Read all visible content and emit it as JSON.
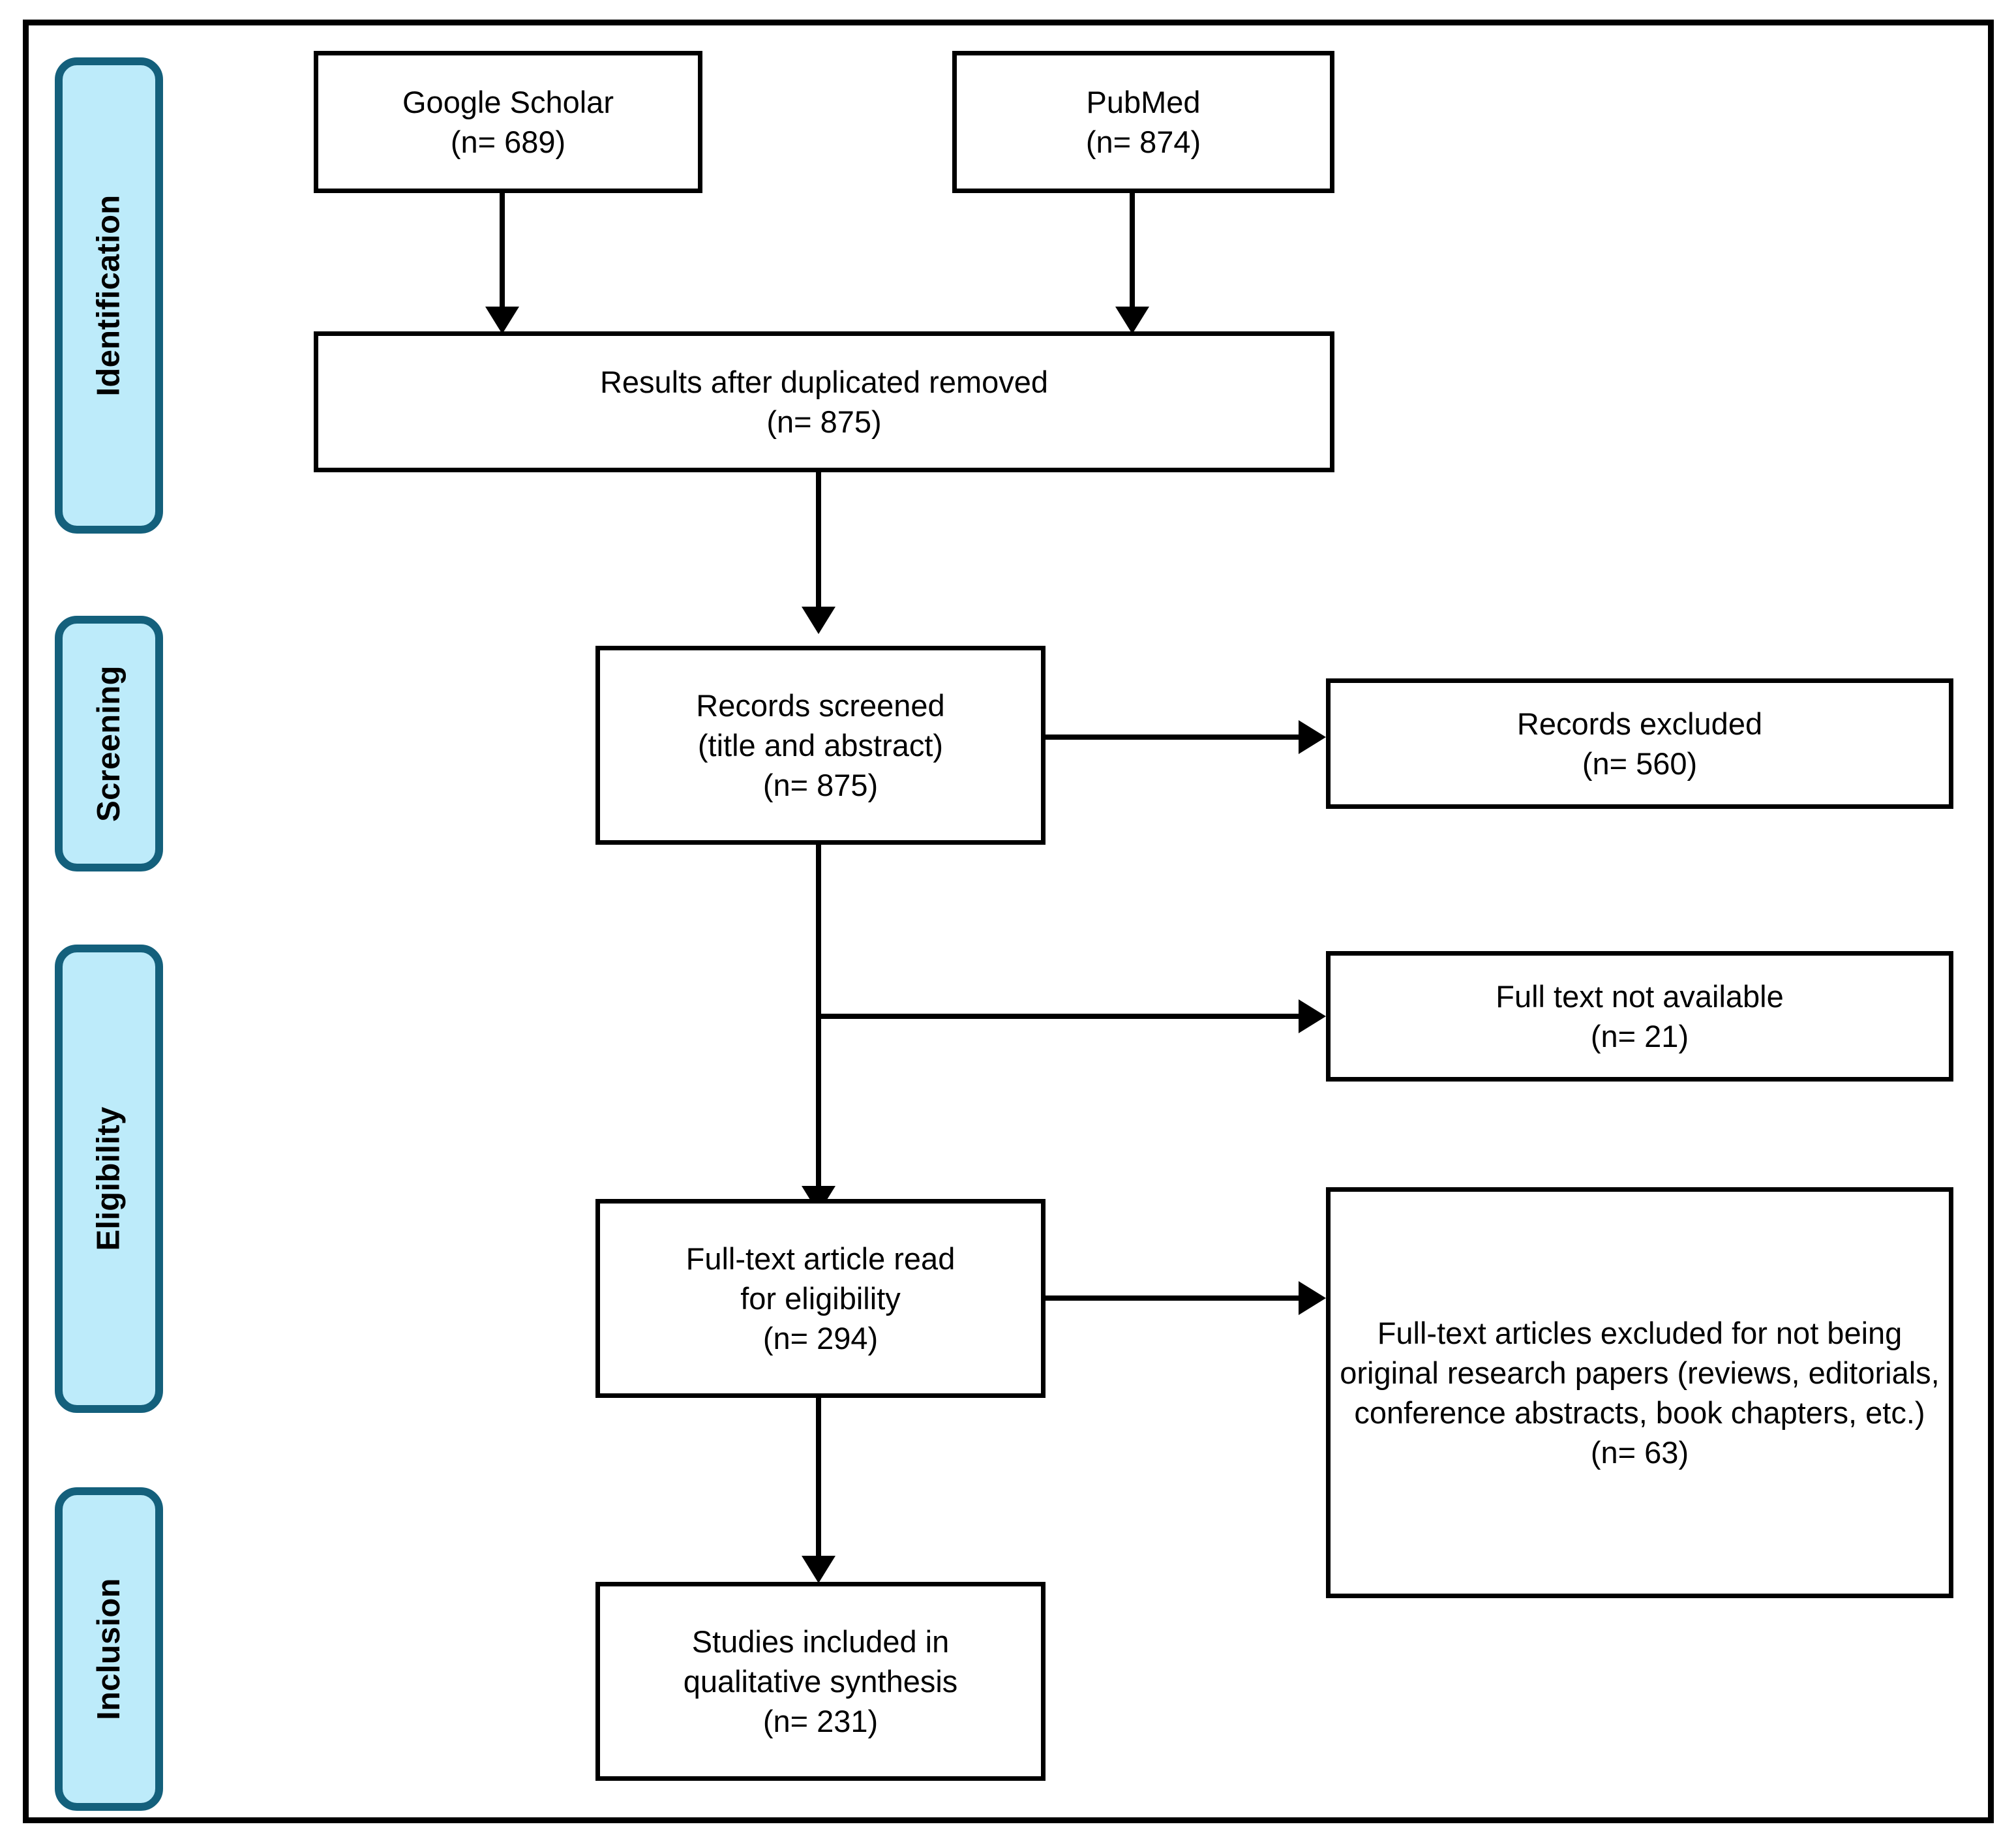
{
  "diagram": {
    "type": "prisma-flow-diagram",
    "title": "PRISMA study selection flow diagram",
    "colors": {
      "stage_fill": "#BDEBFA",
      "stage_border": "#14607C",
      "box_border": "#000000",
      "box_fill": "#FFFFFF",
      "connector": "#000000",
      "page_background": "#FFFFFF"
    }
  },
  "stages": [
    {
      "id": "identification",
      "label": "Identification"
    },
    {
      "id": "screening",
      "label": "Screening"
    },
    {
      "id": "eligibility",
      "label": "Eligibility"
    },
    {
      "id": "inclusion",
      "label": "Inclusion"
    }
  ],
  "boxes": {
    "google_scholar": {
      "line1": "Google Scholar",
      "line2": "(n= 689)",
      "count": 689
    },
    "pubmed": {
      "line1": "PubMed",
      "line2": "(n= 874)",
      "count": 874
    },
    "duplicates_removed": {
      "line1": "Results after duplicated removed",
      "line2": "(n= 875)",
      "count": 875
    },
    "records_screened": {
      "line1": "Records screened",
      "line2": "(title and abstract)",
      "line3": "(n= 875)",
      "count": 875
    },
    "records_excluded": {
      "line1": "Records excluded",
      "line2": "(n= 560)",
      "count": 560
    },
    "full_text_not_available": {
      "line1": "Full text not available",
      "line2": "(n= 21)",
      "count": 21
    },
    "full_text_read": {
      "line1": "Full-text article read",
      "line2": "for eligibility",
      "line3": "(n= 294)",
      "count": 294
    },
    "full_text_excluded": {
      "line1": "Full-text articles excluded for not being original research papers (reviews, editorials, conference abstracts, book chapters, etc.)",
      "line2": "(n= 63)",
      "count": 63
    },
    "studies_included": {
      "line1": "Studies included in",
      "line2": "qualitative synthesis",
      "line3": "(n= 231)",
      "count": 231
    }
  },
  "flows": [
    {
      "from": "google_scholar",
      "to": "duplicates_removed",
      "direction": "down"
    },
    {
      "from": "pubmed",
      "to": "duplicates_removed",
      "direction": "down"
    },
    {
      "from": "duplicates_removed",
      "to": "records_screened",
      "direction": "down"
    },
    {
      "from": "records_screened",
      "to": "records_excluded",
      "direction": "right"
    },
    {
      "from": "records_screened",
      "to": "full_text_not_available",
      "direction": "right"
    },
    {
      "from": "records_screened",
      "to": "full_text_read",
      "direction": "down"
    },
    {
      "from": "full_text_read",
      "to": "full_text_excluded",
      "direction": "right"
    },
    {
      "from": "full_text_read",
      "to": "studies_included",
      "direction": "down"
    }
  ]
}
